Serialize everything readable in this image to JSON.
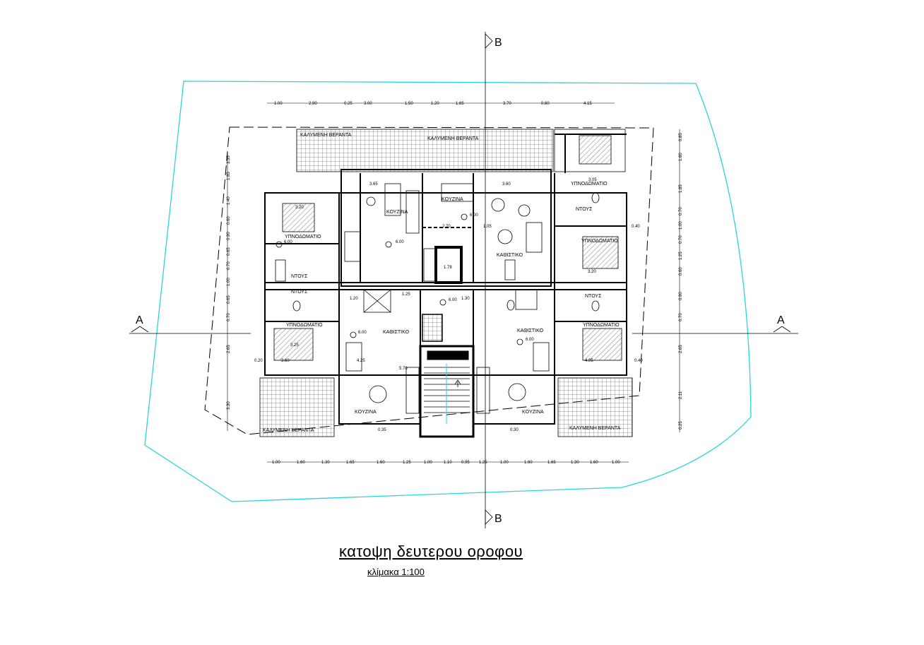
{
  "drawing": {
    "title": "κατοψη δευτερου οροφου",
    "scale": "κλίμακα 1:100",
    "colors": {
      "plot_boundary": "#2ad4dc",
      "lines": "#000000"
    }
  },
  "section_markers": {
    "a": "A",
    "b": "B"
  },
  "rooms": {
    "veranda_covered": "ΚΑΛΥΜΕΝΗ ΒΕΡΑΝΤΑ",
    "kitchen": "ΚΟΥΖΙΝΑ",
    "kitchen_alt": "KOYZINA",
    "bedroom": "ΥΠΝΟΔΩΜΑΤΙΟ",
    "shower": "ΝΤΟΥΣ",
    "living": "ΚΑΘΙΣΤΙΚΟ"
  },
  "dimensions": {
    "top": [
      "1.00",
      "2.90",
      "0.25",
      "3.00",
      "1.50",
      "1.20",
      "1.65",
      "3.70",
      "0.60",
      "4.15"
    ],
    "bottom": [
      "1.00",
      "1.60",
      "1.30",
      "1.65",
      "1.60",
      "1.25",
      "1.00",
      "1.10",
      "0.95",
      "1.25",
      "1.00",
      "1.60",
      "1.65",
      "1.30",
      "1.60",
      "1.00"
    ],
    "left": [
      "3.35",
      "1.85",
      "1.40",
      "0.60",
      "0.90",
      "0.65",
      "0.70",
      "1.00",
      "0.65",
      "0.70",
      "2.65",
      "3.30"
    ],
    "right": [
      "0.85",
      "1.60",
      "1.85",
      "0.70",
      "1.00",
      "0.70",
      "1.25",
      "0.60",
      "0.90",
      "0.70",
      "2.65",
      "2.11",
      "0.25"
    ],
    "level": "6.00",
    "interior": [
      "3.20",
      "3.65",
      "3.60",
      "3.05",
      "2.70",
      "1.05",
      "0.40",
      "1.25",
      "1.20",
      "1.30",
      "1.78",
      "3.20",
      "3.25",
      "3.60",
      "4.25",
      "5.70",
      "4.05",
      "0.40",
      "0.20",
      "0.35",
      "0.30"
    ]
  }
}
